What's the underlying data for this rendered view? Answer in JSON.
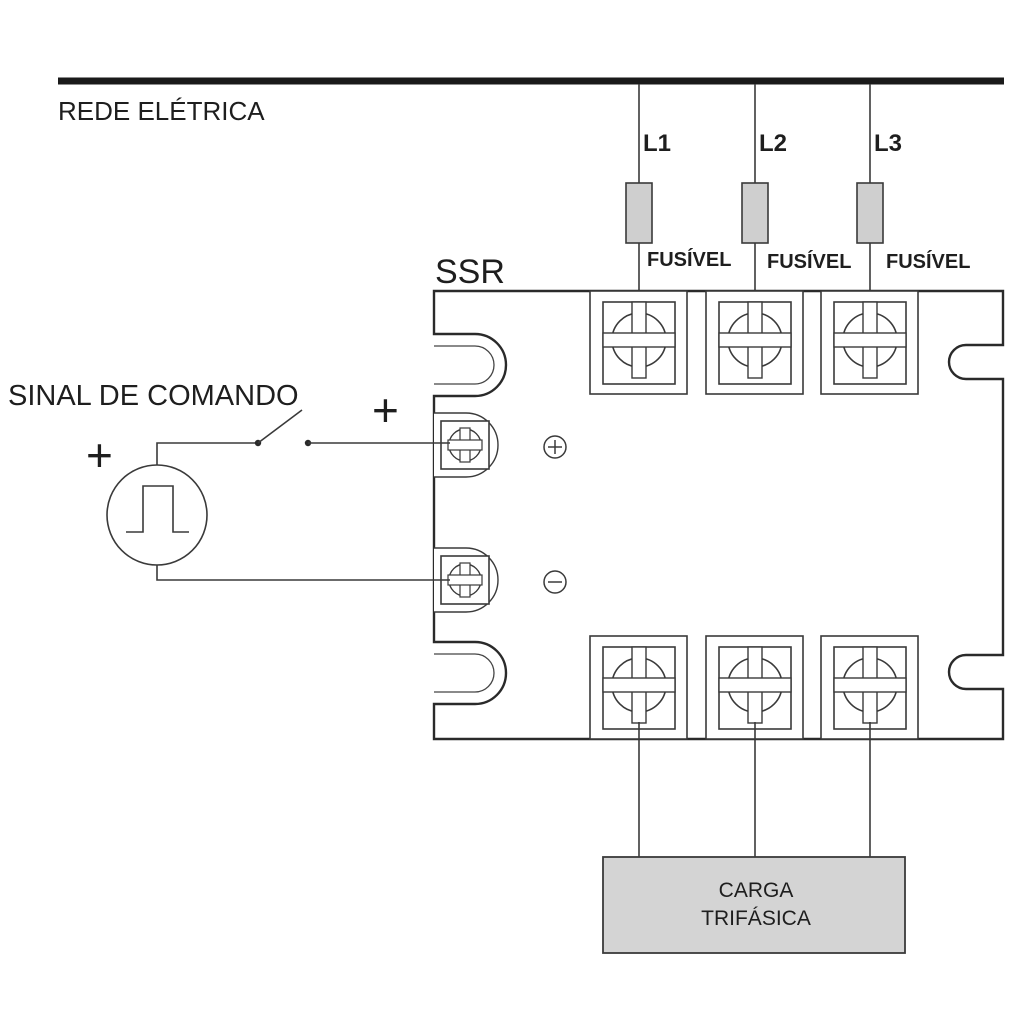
{
  "labels": {
    "mains": "REDE ELÉTRICA",
    "ssr": "SSR",
    "command_signal": "SINAL DE COMANDO",
    "plus_source": "+",
    "plus_input": "+",
    "load_line1": "CARGA",
    "load_line2": "TRIFÁSICA"
  },
  "phases": [
    {
      "name": "L1",
      "fuse_label": "FUSÍVEL"
    },
    {
      "name": "L2",
      "fuse_label": "FUSÍVEL"
    },
    {
      "name": "L3",
      "fuse_label": "FUSÍVEL"
    }
  ],
  "colors": {
    "line": "#3a3a3a",
    "fuse_fill": "#cfcfcf",
    "load_fill": "#d4d4d4",
    "background": "#ffffff"
  }
}
